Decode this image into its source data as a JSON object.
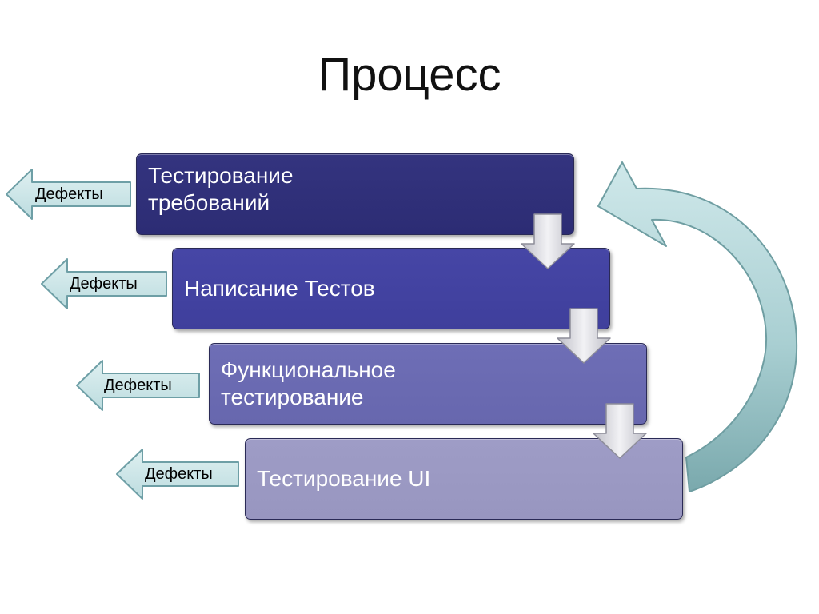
{
  "slide": {
    "title": "Процесс"
  },
  "steps": [
    {
      "label": "Тестирование\nтребований"
    },
    {
      "label": "Написание Тестов"
    },
    {
      "label": "Функциональное\nтестирование"
    },
    {
      "label": "Тестирование UI"
    }
  ],
  "defects": [
    {
      "label": "Дефекты"
    },
    {
      "label": "Дефекты"
    },
    {
      "label": "Дефекты"
    },
    {
      "label": "Дефекты"
    }
  ],
  "colors": {
    "step_1": "#2e2e77",
    "step_2": "#4242a1",
    "step_3": "#6b6bb2",
    "step_4": "#9b99c3",
    "defect_arrow_fill": "#cde5e8",
    "defect_arrow_stroke": "#6e9fa6",
    "loop_arrow": "#9bc4c8",
    "down_arrow": "#d6d6dc"
  },
  "icons": {
    "defect_arrow": "left-arrow-icon",
    "down_arrow": "down-arrow-icon",
    "loop_arrow": "curved-arrow-icon"
  }
}
